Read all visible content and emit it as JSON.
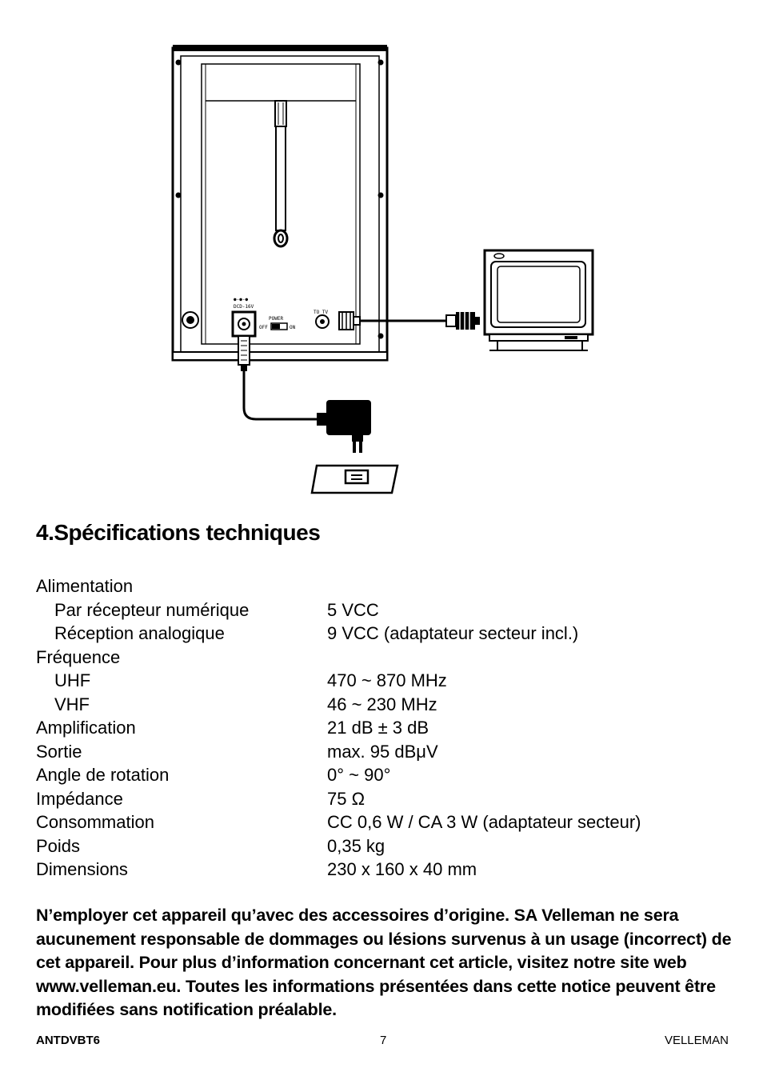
{
  "diagram": {
    "label_dc": "DCD-16V",
    "label_power": "POWER",
    "label_off": "OFF",
    "label_on": "ON",
    "label_totv": "TO TV"
  },
  "section": {
    "title": "4.Spécifications techniques"
  },
  "specs": [
    {
      "label": "Alimentation",
      "value": "",
      "indent": false
    },
    {
      "label": "Par récepteur numérique",
      "value": "5 VCC",
      "indent": true
    },
    {
      "label": "Réception analogique",
      "value": "9 VCC (adaptateur secteur incl.)",
      "indent": true
    },
    {
      "label": "Fréquence",
      "value": "",
      "indent": false
    },
    {
      "label": "UHF",
      "value": "470 ~ 870 MHz",
      "indent": true
    },
    {
      "label": "VHF",
      "value": "46 ~ 230 MHz",
      "indent": true
    },
    {
      "label": "Amplification",
      "value": "21 dB ± 3 dB",
      "indent": false
    },
    {
      "label": "Sortie",
      "value": "max. 95 dBμV",
      "indent": false
    },
    {
      "label": "Angle de rotation",
      "value": "0° ~ 90°",
      "indent": false
    },
    {
      "label": "Impédance",
      "value": "75 Ω",
      "indent": false
    },
    {
      "label": "Consommation",
      "value": "CC 0,6 W / CA 3 W (adaptateur secteur)",
      "indent": false
    },
    {
      "label": "Poids",
      "value": "0,35 kg",
      "indent": false
    },
    {
      "label": "Dimensions",
      "value": "230 x 160 x 40 mm",
      "indent": false
    }
  ],
  "note": "N’employer cet appareil qu’avec des accessoires d’origine. SA Velleman ne sera aucunement responsable de dommages ou lésions survenus à un usage (incorrect) de cet appareil. Pour plus d’information concernant cet article, visitez notre site web www.velleman.eu. Toutes les informations présentées dans cette notice peuvent être modifiées sans notification préalable.",
  "footer": {
    "left": "ANTDVBT6",
    "center": "7",
    "right": "VELLEMAN"
  }
}
